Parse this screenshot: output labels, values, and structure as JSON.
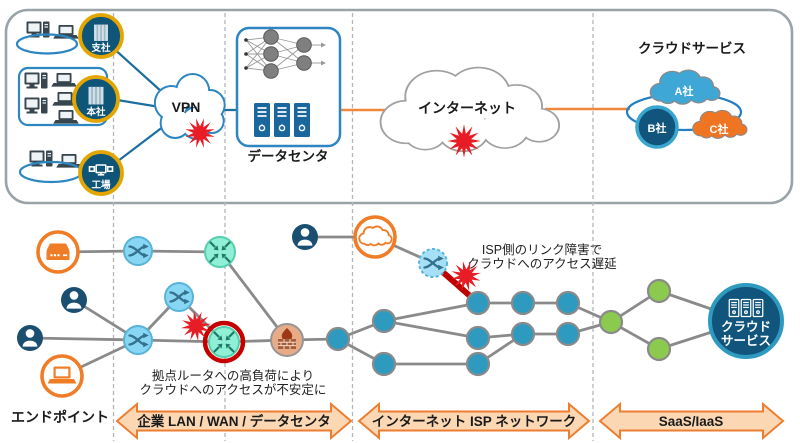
{
  "top": {
    "sites": [
      {
        "label": "支社",
        "icon": "building-icon"
      },
      {
        "label": "本社",
        "icon": "building-icon"
      },
      {
        "label": "工場",
        "icon": "monitors-icon"
      }
    ],
    "vpn": {
      "label": "VPN"
    },
    "datacenter": {
      "label": "データセンタ"
    },
    "internet": {
      "label": "インターネット"
    },
    "cloud_services": {
      "title": "クラウドサービス",
      "providers": [
        {
          "label": "A社"
        },
        {
          "label": "B社"
        },
        {
          "label": "C社"
        }
      ]
    }
  },
  "bottom": {
    "endpoints_label": "エンドポイント",
    "cloud_service": {
      "line1": "クラウド",
      "line2": "サービス"
    },
    "annotations": {
      "router_overload": {
        "line1": "拠点ルータへの高負荷により",
        "line2": "クラウドへのアクセスが不安定に"
      },
      "isp_link": {
        "line1": "ISP側のリンク障害で",
        "line2": "クラウドへのアクセス遅延"
      }
    },
    "banners": [
      {
        "label": "企業 LAN / WAN / データセンタ"
      },
      {
        "label": "インターネット ISP ネットワーク"
      },
      {
        "label": "SaaS/IaaS"
      }
    ]
  },
  "icons": {
    "site_badge": "building-icon",
    "factory_badge": "monitors-icon",
    "lan_router": "crossed-arrows-router-icon",
    "core_router": "converging-arrows-router-icon",
    "firewall": "firewall-brick-flame-icon",
    "user": "person-icon",
    "appliance": "network-appliance-icon",
    "laptop": "laptop-icon",
    "cloud_device": "cloud-icon",
    "server_rack": "server-rack-icon",
    "neural_net": "neural-network-icon",
    "alert": "red-starburst-icon"
  },
  "colors": {
    "accent_orange": "#ed7d31",
    "banner_fill": "#fbd7b4",
    "badge_gold": "#e3a600",
    "deep_blue": "#11557c",
    "node_blue": "#2f9ac0",
    "node_green": "#8cc94f",
    "router_blue": "#87d7f4",
    "router_mint": "#8ff0d6",
    "firewall_tan": "#e8ab88",
    "alert_red": "#e81c24",
    "line_gray": "#8a8a8a",
    "outline_blue": "#2e86c1"
  }
}
